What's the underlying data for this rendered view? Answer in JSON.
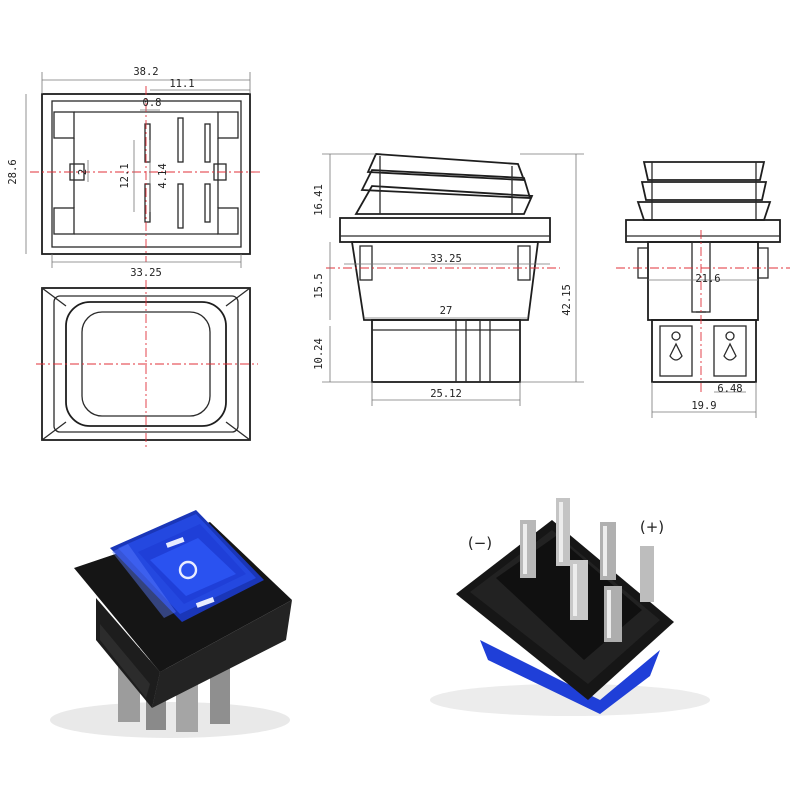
{
  "colors": {
    "outline": "#2a2a2a",
    "centerline": "#e0303a",
    "dimension": "#777777",
    "rocker_blue": "#1f3fd8",
    "housing": "#141414",
    "terminal": "#b8b8b8"
  },
  "top_view": {
    "overall_width": "38.2",
    "pin_offset": "11.1",
    "pin_thickness": "0.8",
    "overall_height": "28.6",
    "inner_width": "33.25",
    "pin_pitch": "12.1",
    "pin_width": "4.14",
    "pin_gap": "2"
  },
  "side_view": {
    "rocker_height": "16.41",
    "bezel_width": "33.25",
    "body_height": "15.5",
    "body_width": "27",
    "total_height": "42.15",
    "terminal_height": "10.24",
    "base_width": "25.12"
  },
  "end_view": {
    "terminal_span": "21.6",
    "terminal_width": "6.48",
    "body_depth": "19.9"
  },
  "photo_labels": {
    "negative": "(−)",
    "positive": "(+)",
    "off_marker": "O"
  }
}
